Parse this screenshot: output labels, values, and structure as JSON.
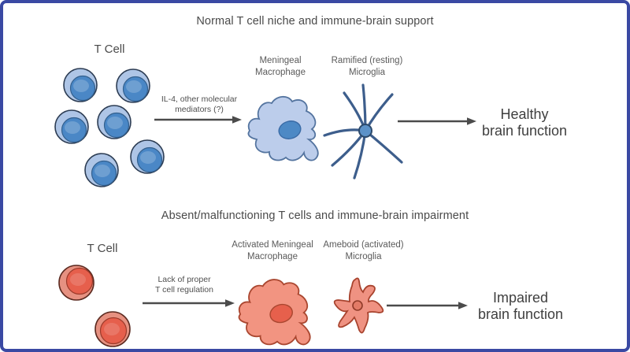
{
  "diagram": {
    "top": {
      "title": "Normal T cell niche and immune-brain support",
      "tcell_label": "T Cell",
      "mediator_arrow": {
        "line1": "IL-4, other molecular",
        "line2": "mediators (?)"
      },
      "macrophage": {
        "line1": "Meningeal",
        "line2": "Macrophage"
      },
      "microglia": {
        "line1": "Ramified (resting)",
        "line2": "Microglia"
      },
      "outcome": {
        "line1": "Healthy",
        "line2": "brain function"
      }
    },
    "bottom": {
      "title": "Absent/malfunctioning T cells and immune-brain impairment",
      "tcell_label": "T Cell",
      "mediator_arrow": {
        "line1": "Lack of proper",
        "line2": "T cell regulation"
      },
      "macrophage": {
        "line1": "Activated Meningeal",
        "line2": "Macrophage"
      },
      "microglia": {
        "line1": "Ameboid (activated)",
        "line2": "Microglia"
      },
      "outcome": {
        "line1": "Impaired",
        "line2": "brain function"
      }
    }
  },
  "colors": {
    "border": "#3a49a3",
    "text": "#484848",
    "arrow": "#4b4b4b",
    "tcell_blue": {
      "outer": "#aec5e6",
      "outline": "#2c3c53",
      "inner": "#4a87c6",
      "inner_outline": "#33608e"
    },
    "macrophage_blue": {
      "fill": "#bccdeb",
      "outline": "#54749f",
      "nucleus": "#4d89c5",
      "nucleus_outline": "#3a6ba6"
    },
    "microglia_blue": {
      "stroke": "#3d5e8c",
      "body": "#5c92c8",
      "body_outline": "#2d4a6b"
    },
    "tcell_red": {
      "outer": "#e69181",
      "outline": "#5c2a20",
      "inner": "#e65f4c",
      "inner_outline": "#9c3a2a"
    },
    "macrophage_red": {
      "fill": "#f29481",
      "outline": "#aa4730",
      "nucleus": "#e6604c",
      "nucleus_outline": "#aa4730"
    },
    "microglia_red": {
      "fill": "#ef9282",
      "outline": "#a8432e",
      "nucleus": "#e27b67",
      "nucleus_outline": "#8f3a28"
    }
  }
}
